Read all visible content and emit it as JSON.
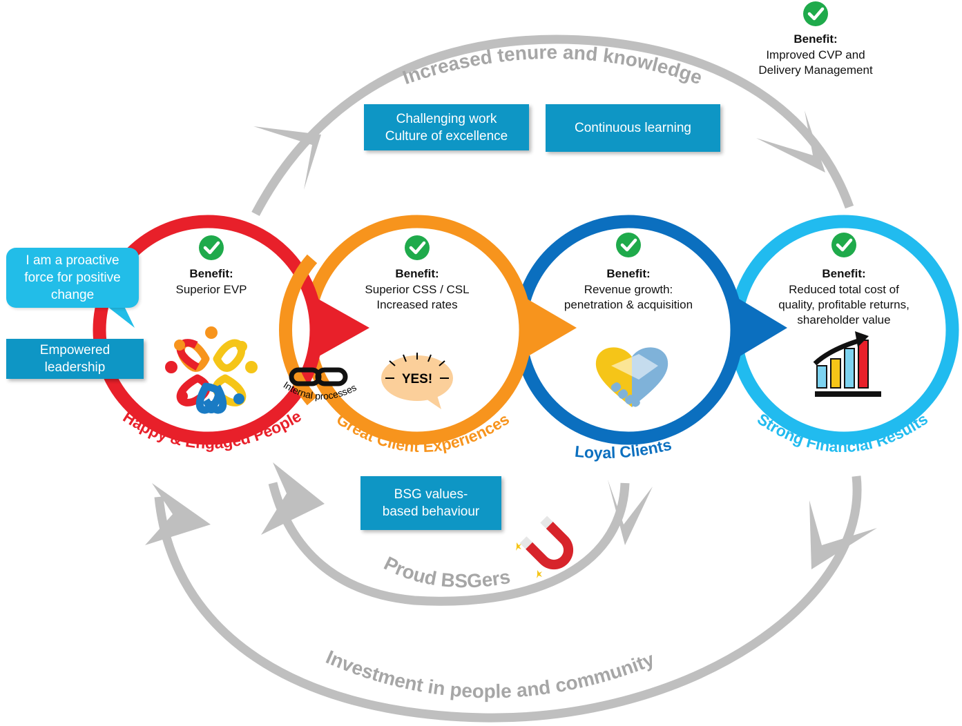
{
  "arcs": {
    "top": "Increased tenure and knowledge",
    "inner_bottom": "Proud BSGers",
    "outer_bottom": "Investment in people and community"
  },
  "boxes": {
    "challenging": [
      "Challenging work",
      "Culture of excellence"
    ],
    "learning": "Continuous learning",
    "empowered": [
      "Empowered",
      "leadership"
    ],
    "values": [
      "BSG values-",
      "based behaviour"
    ]
  },
  "bubble": [
    "I am a proactive",
    "force for positive",
    "change"
  ],
  "internal_processes": "Internal processes",
  "yes_text": "YES!",
  "top_benefit": {
    "heading": "Benefit:",
    "lines": [
      "Improved CVP and",
      "Delivery Management"
    ]
  },
  "circles": [
    {
      "title": "Happy & Engaged People",
      "color": "#e8202a",
      "benefit_heading": "Benefit:",
      "benefit_lines": [
        "Superior EVP"
      ],
      "icon": "people-icon"
    },
    {
      "title": "Great Client Experiences",
      "color": "#f7941d",
      "benefit_heading": "Benefit:",
      "benefit_lines": [
        "Superior CSS / CSL",
        "Increased rates"
      ],
      "icon": "yes-speech-icon"
    },
    {
      "title": "Loyal Clients",
      "color": "#0b6fbf",
      "benefit_heading": "Benefit:",
      "benefit_lines": [
        "Revenue growth:",
        "penetration & acquisition"
      ],
      "icon": "handshake-icon"
    },
    {
      "title": "Strong Financial Results",
      "color": "#21bbef",
      "benefit_heading": "Benefit:",
      "benefit_lines": [
        "Reduced total cost of",
        "quality, profitable returns,",
        "shareholder value"
      ],
      "icon": "bar-chart-icon"
    }
  ],
  "colors": {
    "arc": "#bfbfbf",
    "arc_text": "#a6a6a6",
    "box": "#0e96c5",
    "bubble": "#22bde8",
    "check": "#1faa4b"
  }
}
